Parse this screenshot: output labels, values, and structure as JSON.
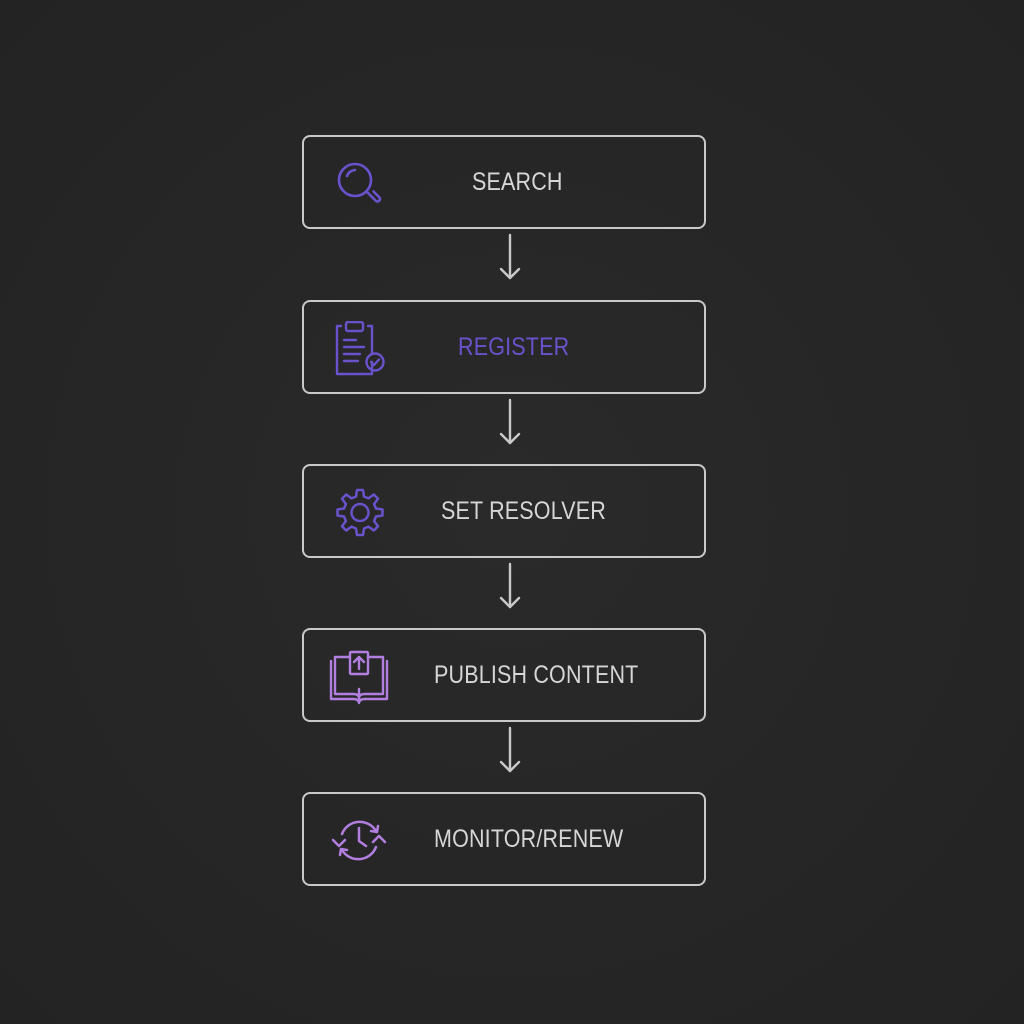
{
  "colors": {
    "background": "#262626",
    "box_border": "#c9c9c9",
    "text_default": "#d6d6d6",
    "accent_blue_violet": "#6a52cc",
    "accent_lavender": "#b27ee0",
    "arrow": "#c9c9c9"
  },
  "steps": [
    {
      "label": "SEARCH",
      "icon": "magnifier-icon"
    },
    {
      "label": "REGISTER",
      "icon": "clipboard-check-icon"
    },
    {
      "label": "SET RESOLVER",
      "icon": "gear-icon"
    },
    {
      "label": "PUBLISH CONTENT",
      "icon": "book-upload-icon"
    },
    {
      "label": "MONITOR/RENEW",
      "icon": "clock-renew-icon"
    }
  ],
  "connectors": [
    "arrow-down-icon",
    "arrow-down-icon",
    "arrow-down-icon",
    "arrow-down-icon"
  ]
}
